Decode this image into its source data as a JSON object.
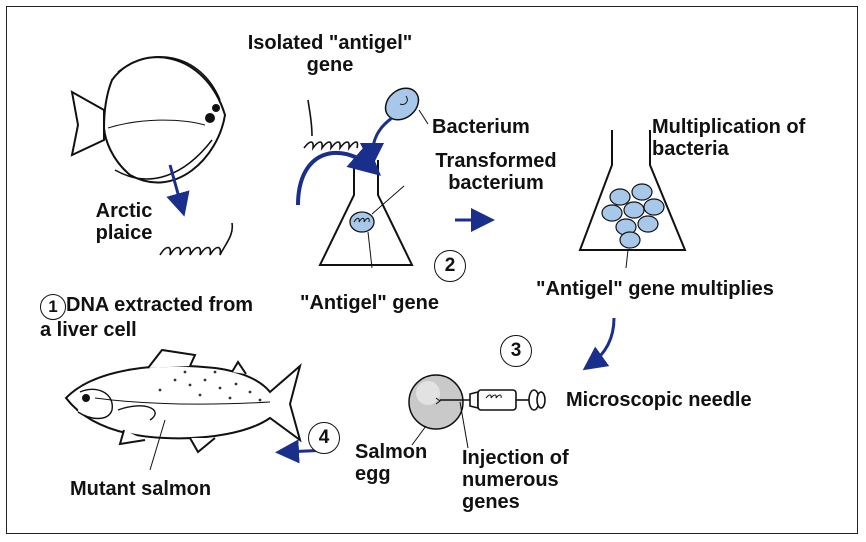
{
  "labels": {
    "isolated_gene_line1": "Isolated \"antigel\"",
    "isolated_gene_line2": "gene",
    "bacterium": "Bacterium",
    "transformed_line1": "Transformed",
    "transformed_line2": "bacterium",
    "multiplication_line1": "Multiplication of",
    "multiplication_line2": "bacteria",
    "arctic_line1": "Arctic",
    "arctic_line2": "plaice",
    "dna_line1": "DNA extracted from",
    "dna_line2": "a liver cell",
    "antigel_gene": "\"Antigel\" gene",
    "gene_multiplies": "\"Antigel\" gene multiplies",
    "microscopic_needle": "Microscopic needle",
    "salmon_egg_line1": "Salmon",
    "salmon_egg_line2": "egg",
    "injection_line1": "Injection of",
    "injection_line2": "numerous",
    "injection_line3": "genes",
    "mutant_salmon": "Mutant salmon"
  },
  "steps": [
    "1",
    "2",
    "3",
    "4"
  ],
  "colors": {
    "arrow": "#1a2f8c",
    "cell_fill": "#a8c8ea",
    "egg_fill": "#c9c9c9",
    "ink": "#111111"
  },
  "icons": [
    "flatfish-icon",
    "dna-coil-icon",
    "flask-icon",
    "bacterium-icon",
    "syringe-icon",
    "egg-icon",
    "salmon-icon",
    "arrow-icon"
  ]
}
